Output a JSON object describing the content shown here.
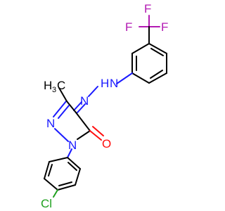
{
  "colors": {
    "background": "#ffffff",
    "carbon": "#000000",
    "nitrogen": "#1a1aff",
    "oxygen": "#ff0d0d",
    "chlorine": "#1fa01f",
    "fluorine": "#b31ab3"
  },
  "atoms": {
    "f1": "F",
    "f2": "F",
    "f3": "F",
    "hn_h": "H",
    "hn_n": "N",
    "azo_n": "N",
    "ring_n": "N",
    "ring_n1": "N",
    "methyl_c": "H",
    "methyl_sub": "3",
    "methyl_c2": "C",
    "oxygen": "O",
    "chlorine": "Cl"
  }
}
